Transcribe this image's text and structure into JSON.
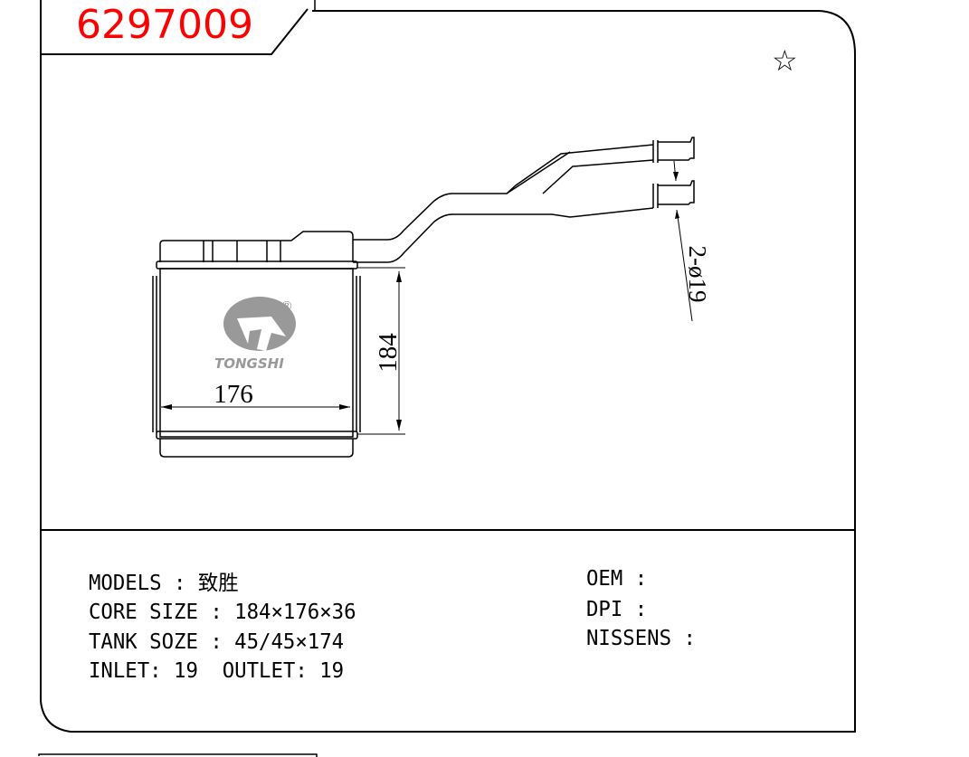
{
  "part_number": "6297009",
  "favorite_icon": "star-outline-icon",
  "drawing": {
    "width_dim": "176",
    "height_dim": "184",
    "pipe_dim": "2-ø19",
    "brand_logo": "TONGSHI",
    "registered_mark": "®"
  },
  "specs": {
    "models": "MODELS : 致胜",
    "core_size": "CORE SIZE : 184×176×36",
    "tank_size": "TANK SOZE : 45/45×174",
    "inlet_outlet": "INLET: 19  OUTLET: 19",
    "oem": "OEM :",
    "dpi": "DPI :",
    "nissens": "NISSENS :"
  }
}
